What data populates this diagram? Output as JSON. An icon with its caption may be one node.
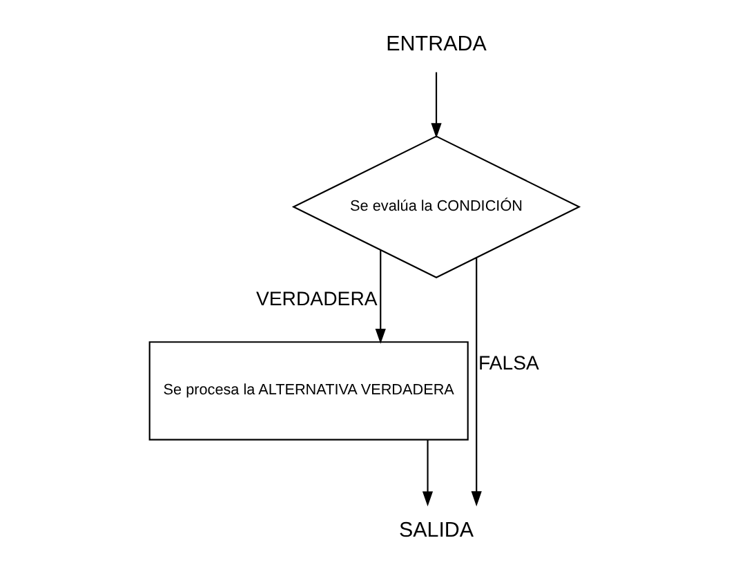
{
  "diagram": {
    "nodes": [
      {
        "text": [
          "ENTRADA"
        ]
      },
      {
        "text": [
          "Se evalúa la CONDICIÓN"
        ]
      },
      {
        "text": [
          "Se procesa la ALTERNATIVA VERDADERA"
        ]
      },
      {
        "text": [
          "SALIDA"
        ]
      }
    ],
    "edges": [
      {
        "from": 0,
        "to": 1,
        "arrow": "to"
      },
      {
        "from": 1,
        "to": 2,
        "arrow": "to",
        "label": "VERDADERA"
      },
      {
        "from": 1,
        "to": 3,
        "arrow": "to",
        "label": "FALSA"
      },
      {
        "from": 2,
        "to": 3,
        "arrow": "to"
      }
    ]
  }
}
